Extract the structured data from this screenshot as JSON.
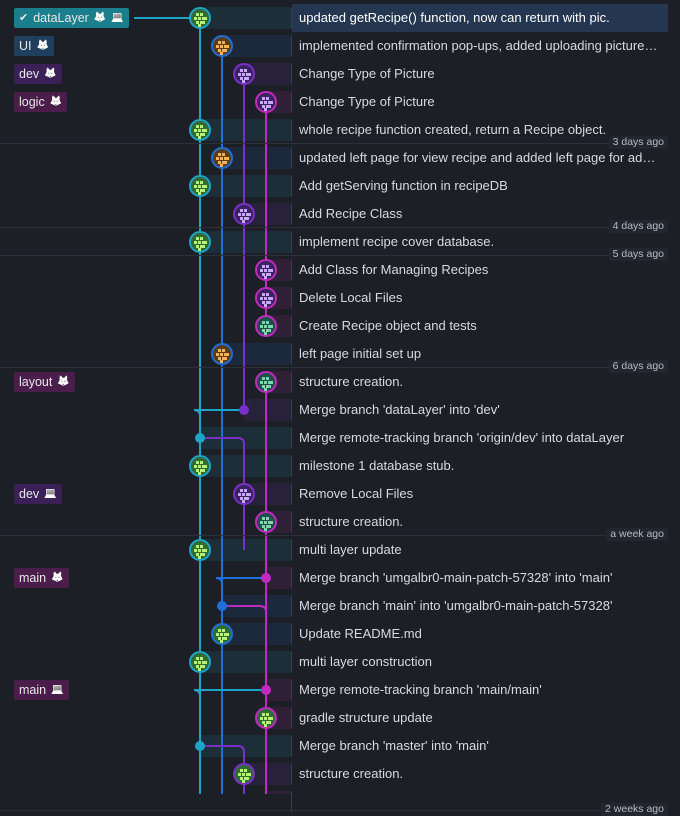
{
  "lanes": {
    "cyan": "#1fa3c6",
    "orange": "#1f6fd8",
    "purple": "#7b2fc9",
    "magenta": "#c02ac0",
    "green": "#2a8f7d"
  },
  "rows": [
    {
      "message": "updated getRecipe() function, now can return with pic.",
      "lane": "cyan",
      "avatar": "green",
      "selected": true,
      "branch": {
        "label": "dataLayer",
        "check": true,
        "icons": [
          "gitlab-icon",
          "laptop-icon"
        ],
        "color": "#1b7e8c"
      }
    },
    {
      "message": "implemented confirmation pop-ups, added uploading picture f...",
      "lane": "orange",
      "avatar": "orange",
      "branch": {
        "label": "UI",
        "icons": [
          "gitlab-icon"
        ],
        "color": "#1f3f5c"
      }
    },
    {
      "message": "Change Type of Picture",
      "lane": "purple",
      "avatar": "purple",
      "branch": {
        "label": "dev",
        "icons": [
          "gitlab-icon"
        ],
        "color": "#3b1f57"
      }
    },
    {
      "message": "Change Type of Picture",
      "lane": "magenta",
      "avatar": "purple",
      "branch": {
        "label": "logic",
        "icons": [
          "gitlab-icon"
        ],
        "color": "#4b1d4b"
      }
    },
    {
      "message": "whole recipe function created, return a Recipe object.",
      "lane": "cyan",
      "avatar": "green"
    },
    {
      "message": "updated left page for view recipe and added left page for add ...",
      "lane": "orange",
      "avatar": "orange",
      "time": "3 days ago"
    },
    {
      "message": "Add getServing function in recipeDB",
      "lane": "cyan",
      "avatar": "green"
    },
    {
      "message": "Add Recipe Class",
      "lane": "purple",
      "avatar": "purple"
    },
    {
      "message": "implement recipe cover database.",
      "lane": "cyan",
      "avatar": "green",
      "time": "4 days ago"
    },
    {
      "message": "Add Class for Managing Recipes",
      "lane": "magenta",
      "avatar": "purple",
      "time": "5 days ago"
    },
    {
      "message": "Delete Local Files",
      "lane": "magenta",
      "avatar": "purple"
    },
    {
      "message": "Create Recipe object and tests",
      "lane": "magenta",
      "avatar": "teal"
    },
    {
      "message": "left page initial set up",
      "lane": "orange",
      "avatar": "orange"
    },
    {
      "message": "structure creation.",
      "lane": "magenta",
      "avatar": "teal",
      "time": "6 days ago",
      "branch": {
        "label": "layout",
        "icons": [
          "gitlab-icon"
        ],
        "color": "#4b1d4b"
      }
    },
    {
      "message": "Merge branch 'dataLayer' into 'dev'",
      "lane": "purple",
      "dot": true
    },
    {
      "message": "Merge remote-tracking branch 'origin/dev' into dataLayer",
      "lane": "cyan",
      "dot": true
    },
    {
      "message": "milestone 1 database stub.",
      "lane": "cyan",
      "avatar": "green"
    },
    {
      "message": "Remove Local Files",
      "lane": "purple",
      "avatar": "purple",
      "branch": {
        "label": "dev",
        "icons": [
          "laptop-icon"
        ],
        "color": "#3b1f57"
      }
    },
    {
      "message": "structure creation.",
      "lane": "magenta",
      "avatar": "teal"
    },
    {
      "message": "multi layer update",
      "lane": "cyan",
      "avatar": "green",
      "time": "a week ago"
    },
    {
      "message": "Merge branch 'umgalbr0-main-patch-57328' into 'main'",
      "lane": "magenta",
      "dot": true,
      "branch": {
        "label": "main",
        "icons": [
          "gitlab-icon"
        ],
        "color": "#4b1d4b"
      }
    },
    {
      "message": "Merge branch 'main' into 'umgalbr0-main-patch-57328'",
      "lane": "orange",
      "dot": true
    },
    {
      "message": "Update README.md",
      "lane": "orange",
      "avatar": "green"
    },
    {
      "message": "multi layer construction",
      "lane": "cyan",
      "avatar": "green"
    },
    {
      "message": "Merge remote-tracking branch 'main/main'",
      "lane": "magenta",
      "dot": true,
      "branch": {
        "label": "main",
        "icons": [
          "laptop-icon"
        ],
        "color": "#4b1d4b"
      }
    },
    {
      "message": "gradle structure update",
      "lane": "magenta",
      "avatar": "green"
    },
    {
      "message": "Merge branch 'master' into 'main'",
      "lane": "cyan",
      "dot": true
    },
    {
      "message": "structure creation.",
      "lane": "purple",
      "avatar": "green"
    },
    {
      "message": "",
      "lane": "magenta",
      "time": "2 weeks ago"
    }
  ]
}
